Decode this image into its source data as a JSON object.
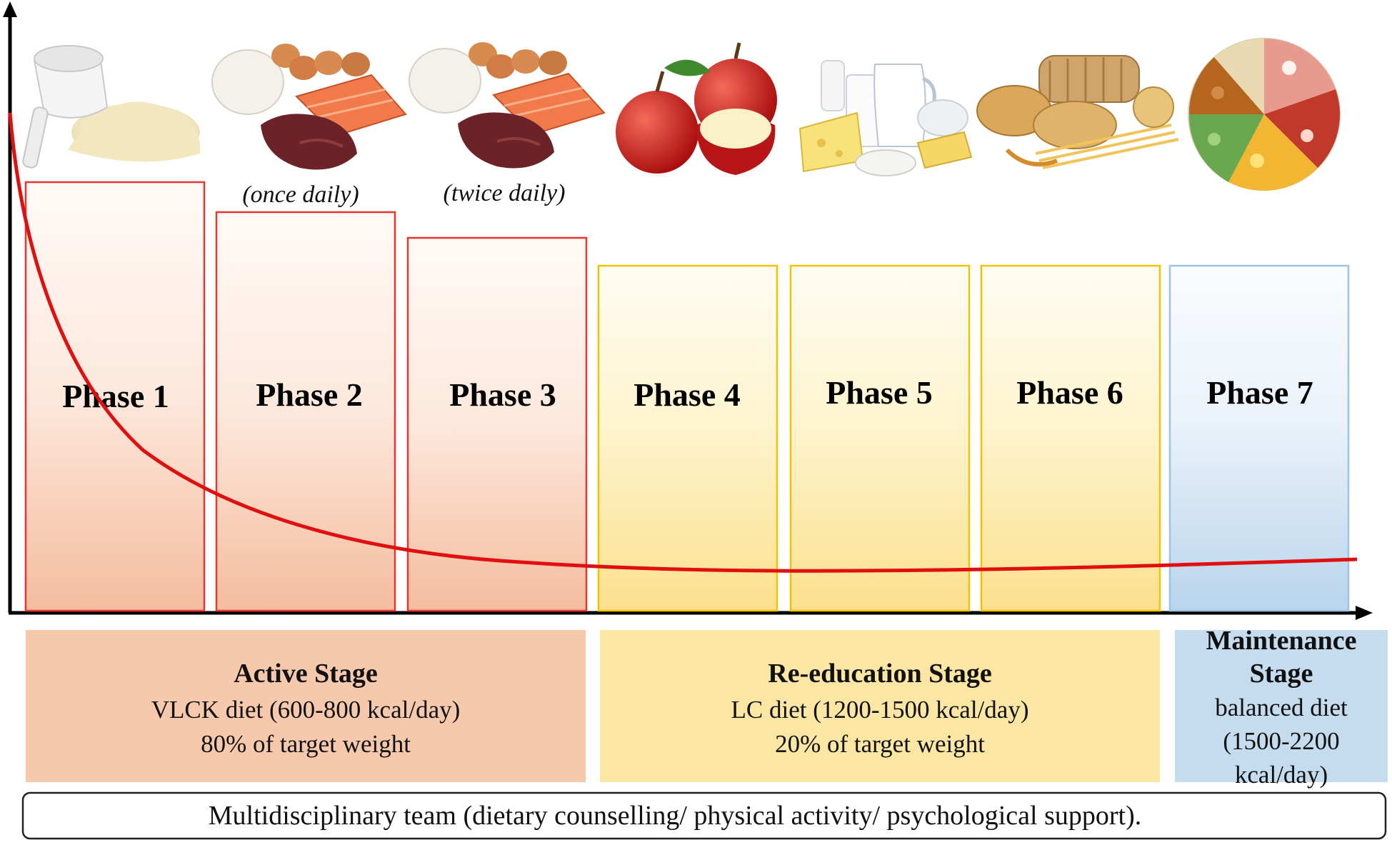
{
  "phases": [
    {
      "label": "Phase 1",
      "food_icon": "protein-powder-icon",
      "note": ""
    },
    {
      "label": "Phase 2",
      "food_icon": "eggs-fish-meat-icon",
      "note": "(once daily)"
    },
    {
      "label": "Phase 3",
      "food_icon": "eggs-fish-meat-icon",
      "note": "(twice daily)"
    },
    {
      "label": "Phase 4",
      "food_icon": "apples-icon",
      "note": ""
    },
    {
      "label": "Phase 5",
      "food_icon": "dairy-icon",
      "note": ""
    },
    {
      "label": "Phase 6",
      "food_icon": "bread-pasta-icon",
      "note": ""
    },
    {
      "label": "Phase 7",
      "food_icon": "balanced-plate-icon",
      "note": ""
    }
  ],
  "stages": [
    {
      "title": "Active Stage",
      "line1": "VLCK diet (600-800  kcal/day)",
      "line2": "80% of target weight",
      "color": "#f6c9ad"
    },
    {
      "title": "Re-education Stage",
      "line1": "LC diet (1200-1500 kcal/day)",
      "line2": "20% of target weight",
      "color": "#fbe6a4"
    },
    {
      "title_line1": "Maintenance",
      "title_line2": "Stage",
      "line1": "balanced diet",
      "line2": "(1500-2200",
      "line3": "kcal/day)",
      "color": "#c5dcef"
    }
  ],
  "footer": "Multidisciplinary team (dietary counselling/ physical activity/ psychological support).",
  "colors": {
    "active": "#e8362e",
    "reeducation": "#f2c200",
    "maintenance": "#9dc3e4",
    "curve": "#e11010"
  }
}
